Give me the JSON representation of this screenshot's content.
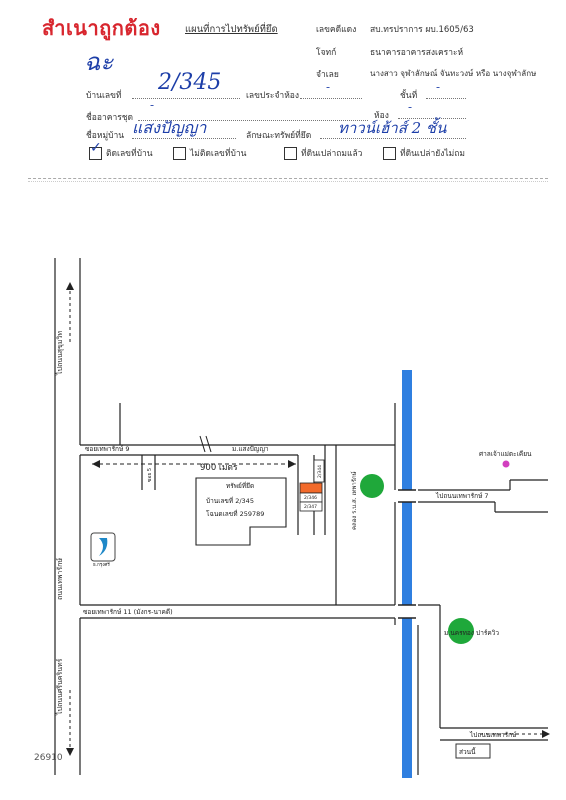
{
  "header": {
    "stamp": "สำเนาถูกต้อง",
    "title": "แผนที่การไปทรัพย์ที่ยึด",
    "case_label": "เลขคดีแดง",
    "case_value": "สบ.ทรปราการ ผบ.1605/63",
    "plaintiff_label": "โจทก์",
    "plaintiff_value": "ธนาคารอาคารสงเคราะห์",
    "defendant_label": "จำเลย",
    "defendant_value": "นางสาว จุฬาลักษณ์ จันทะวงษ์ หรือ นางจุฬาลักษ",
    "handwritten_initial": "ฉะ"
  },
  "form": {
    "house_no_label": "บ้านเลขที่",
    "house_no_value": "2/345",
    "id_label": "เลขประจำห้อง",
    "id_value": "-",
    "floor_label": "ชั้นที่",
    "floor_value": "-",
    "building_label": "ชื่ออาคารชุด",
    "building_value": "-",
    "room_label": "ห้อง",
    "room_value": "-",
    "village_label": "ชื่อหมู่บ้าน",
    "village_value": "แสงปัญญา",
    "type_label": "ลักษณะทรัพย์ที่ยึด",
    "type_value": "ทาวน์เฮ้าส์ 2 ชั้น"
  },
  "checkboxes": [
    {
      "label": "ติดเลขที่บ้าน",
      "checked": true
    },
    {
      "label": "ไม่ติดเลขที่บ้าน",
      "checked": false
    },
    {
      "label": "ที่ดินเปล่าถมแล้ว",
      "checked": false
    },
    {
      "label": "ที่ดินเปล่ายังไม่ถม",
      "checked": false
    }
  ],
  "map": {
    "road_sukhumvit": "ไปถนนสุขุมวิท",
    "road_srinakarin": "ไปถนนศรีนครินทร์",
    "road_theparak": "ถนนเทพารักษ์",
    "soi9": "ซอยเทพารักษ์ 9",
    "soi_saengpanya": "ม.แสงปัญญา",
    "distance": "900 เมตร",
    "soi_small": "ซอย 5",
    "soi_11": "ซอยเทพารักษ์ 11 (มังกร-นาคดี)",
    "to_theparak7": "ไปถนนเทพารักษ์ 7",
    "to_theparak_rd": "ไปถนนเทพารักษ์",
    "canal": "คลอง ร.บ.ส. เทพารักษ์",
    "shrine": "ศาลเจ้าแม่ตะเคียน",
    "park": "ม.นครทอง ปาร์ควิว",
    "bank_logo_text": "ธ.กรุงศรี",
    "property_title": "ทรัพย์ที่ยึด",
    "property_house": "บ้านเลขที่ 2/345",
    "property_deed": "โฉนดเลขที่ 259789",
    "lot_a": "2/344",
    "lot_b": "2/346",
    "lot_c": "2/347",
    "page_number": "26910",
    "badge_text": "ส่วนนี้"
  },
  "colors": {
    "stamp": "#d8262e",
    "ink": "#1d3ea8",
    "canal": "#2f7fe0",
    "tree": "#1fa83a",
    "property": "#f26a2b",
    "shrine": "#d23fbf"
  }
}
